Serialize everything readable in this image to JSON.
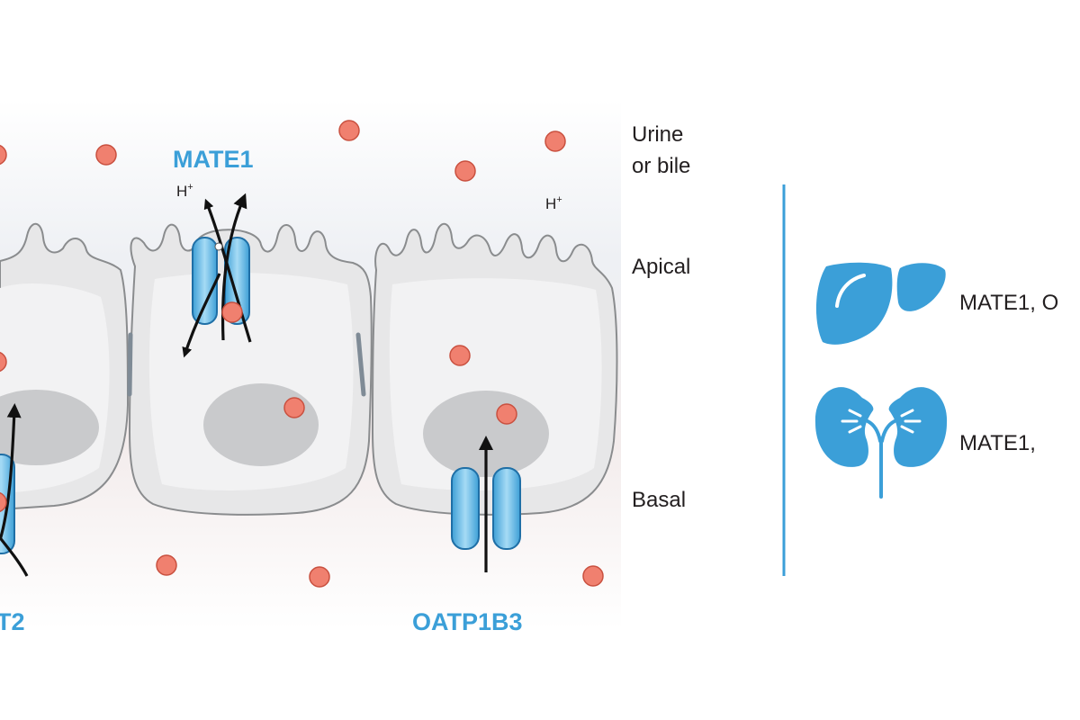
{
  "compartments": {
    "top_line1": "Urine",
    "top_line2": "or bile",
    "apical": "Apical",
    "basal": "Basal"
  },
  "transporters": {
    "mate1": "MATE1",
    "oct2_partial": "T2",
    "oatp1b3": "OATP1B3"
  },
  "ions": {
    "h": "H",
    "plus": "+"
  },
  "organs": {
    "liver_text": "MATE1, O",
    "kidney_text": "MATE1, "
  },
  "colors": {
    "accent_blue": "#3b9fd8",
    "substrate_red": "#f0806f",
    "cell_gray": "#e7e7e8"
  },
  "icons": {
    "liver": "liver-icon",
    "kidney": "kidney-icon"
  }
}
